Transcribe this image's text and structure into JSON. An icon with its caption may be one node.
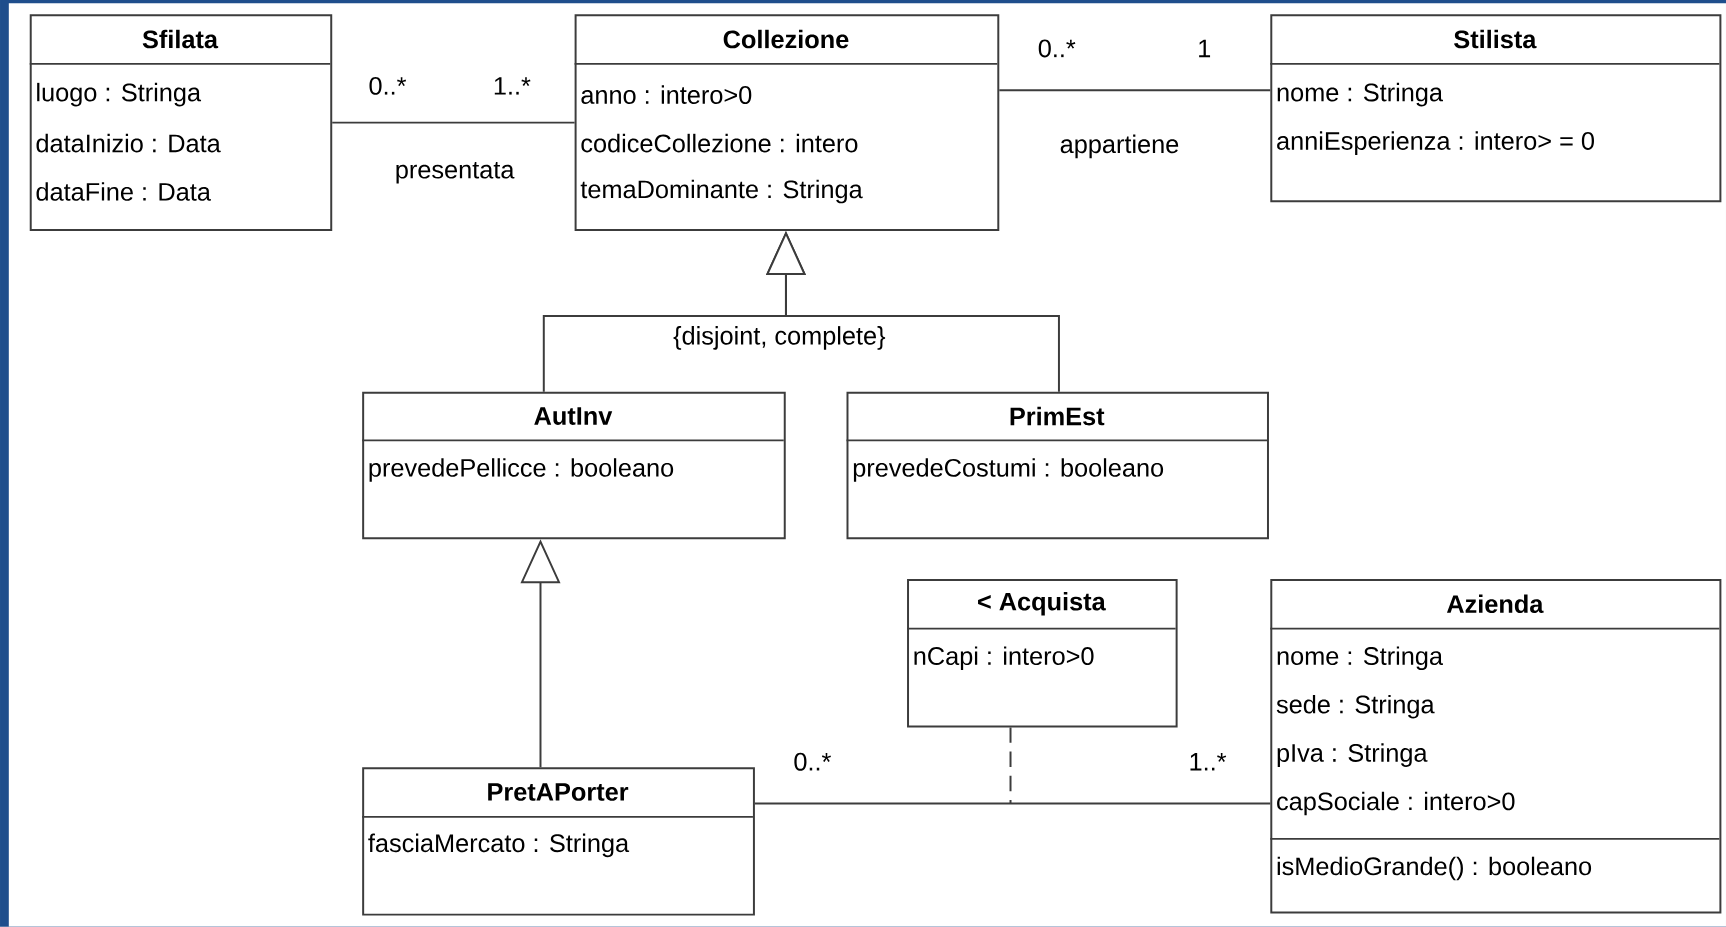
{
  "diagram": {
    "nodes": [
      {
        "text": [
          "Sfilata",
          "luogo : Stringa",
          "dataInizio : Data",
          "dataFine : Data"
        ]
      },
      {
        "text": [
          "Collezione",
          "anno : intero>0",
          "codiceCollezione : intero",
          "temaDominante : Stringa"
        ]
      },
      {
        "text": [
          "Stilista",
          "nome : Stringa",
          "anniEsperienza : intero> = 0"
        ]
      },
      {
        "text": [
          "AutInv",
          "prevedePellicce : booleano"
        ]
      },
      {
        "text": [
          "PrimEst",
          "prevedeCostumi : booleano"
        ]
      },
      {
        "text": [
          "< Acquista",
          "nCapi : intero>0"
        ]
      },
      {
        "text": [
          "PretAPorter",
          "fasciaMercato : Stringa"
        ]
      },
      {
        "text": [
          "Azienda",
          "nome : Stringa",
          "sede : Stringa",
          "pIva : Stringa",
          "capSociale : intero>0",
          "isMedioGrande() : booleano"
        ]
      }
    ],
    "edges": [
      {
        "from": 0,
        "to": 1,
        "arrow": "none",
        "label": "presentata"
      },
      {
        "from": 1,
        "to": 2,
        "arrow": "none",
        "label": "appartiene"
      },
      {
        "from": 3,
        "to": 1,
        "arrow": "to"
      },
      {
        "from": 4,
        "to": 1,
        "arrow": "to"
      },
      {
        "from": 6,
        "to": 3,
        "arrow": "to"
      },
      {
        "from": 6,
        "to": 7,
        "arrow": "none"
      },
      {
        "from": 5,
        "to": null,
        "arrow": "none",
        "style": "dashed"
      }
    ],
    "labels": [
      "0..*",
      "1..*",
      "0..*",
      "1",
      "{disjoint, complete}",
      "0..*",
      "1..*"
    ]
  }
}
